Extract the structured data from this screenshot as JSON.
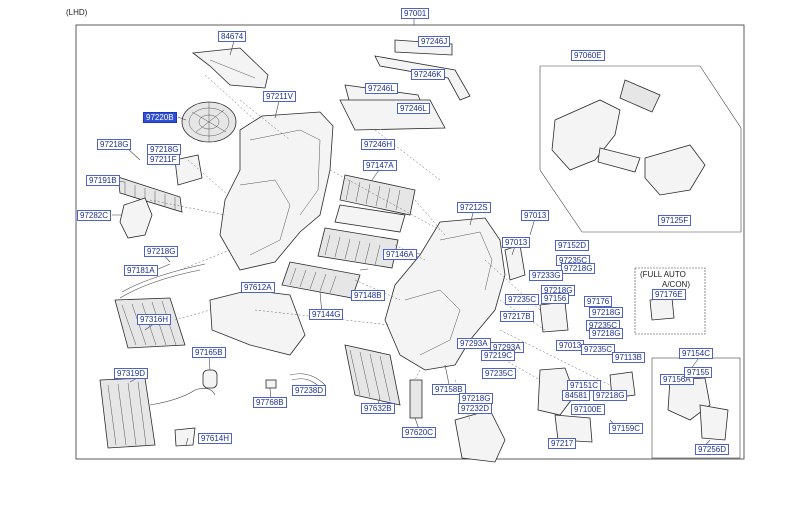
{
  "header": {
    "variant": "(LHD)",
    "main_ref": "97001"
  },
  "labels": {
    "l84674": "84674",
    "l97246J": "97246J",
    "l97246K": "97246K",
    "l97246L_a": "97246L",
    "l97246L_b": "97246L",
    "l97246H": "97246H",
    "l97060E": "97060E",
    "l97220B": "97220B",
    "l97211V": "97211V",
    "l97218G_a": "97218G",
    "l97218G_b": "97218G",
    "l97211F": "97211F",
    "l97191B": "97191B",
    "l97147A": "97147A",
    "l97125F": "97125F",
    "l97282C": "97282C",
    "l97212S": "97212S",
    "l97013_a": "97013",
    "l97013_b": "97013",
    "l97152D": "97152D",
    "l97218G_c": "97218G",
    "l97181A": "97181A",
    "l97146A": "97146A",
    "l97235C_a": "97235C",
    "l97218G_d": "97218G",
    "l97233G": "97233G",
    "l97612A": "97612A",
    "l97148B": "97148B",
    "l97218G_e": "97218G",
    "l97235C_b": "97235C",
    "l97156": "97156",
    "l97176": "97176",
    "l97218G_f": "97218G",
    "l97316H": "97316H",
    "l97144G": "97144G",
    "l97217B": "97217B",
    "l97235C_c": "97235C",
    "l97218G_g": "97218G",
    "l97293A_a": "97293A",
    "l97293A_b": "97293A",
    "l97219C": "97219C",
    "l97165B": "97165B",
    "l97013_c": "97013",
    "l97235C_d": "97235C",
    "l97113B": "97113B",
    "l97154C": "97154C",
    "l97319D": "97319D",
    "l97235C_e": "97235C",
    "l97156A": "97156A",
    "l97155": "97155",
    "l97768B": "97768B",
    "l97238D": "97238D",
    "l97158B": "97158B",
    "l97151C": "97151C",
    "l84581": "84581",
    "l97218G_h": "97218G",
    "l97218G_i": "97218G",
    "l97632B": "97632B",
    "l97232D": "97232D",
    "l97100E": "97100E",
    "l97614H": "97614H",
    "l97620C": "97620C",
    "l97217": "97217",
    "l97159C": "97159C",
    "l97256D": "97256D",
    "l97176E": "97176E"
  },
  "callout": {
    "line1": "(FULL AUTO",
    "line2": "A/CON)"
  },
  "selected_part": "97220B",
  "colors": {
    "label_border": "#4f63c7",
    "label_text": "#1d2f8f",
    "selected_fill": "#2f4fd6"
  }
}
